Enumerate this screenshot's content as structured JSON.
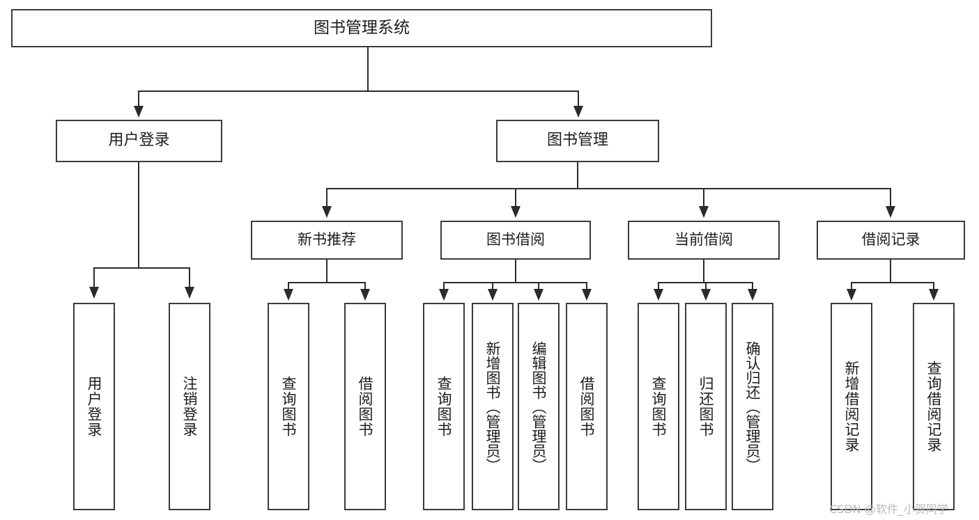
{
  "diagram": {
    "title": "图书管理系统",
    "type": "功能结构图",
    "root": {
      "label": "图书管理系统"
    },
    "level2": [
      {
        "id": "user-login",
        "label": "用户登录"
      },
      {
        "id": "book-manage",
        "label": "图书管理"
      }
    ],
    "level3": [
      {
        "id": "new-book-recommend",
        "label": "新书推荐",
        "parent": "book-manage"
      },
      {
        "id": "book-borrow",
        "label": "图书借阅",
        "parent": "book-manage"
      },
      {
        "id": "current-borrow",
        "label": "当前借阅",
        "parent": "book-manage"
      },
      {
        "id": "borrow-record",
        "label": "借阅记录",
        "parent": "book-manage"
      }
    ],
    "leaves": [
      {
        "id": "leaf-user-login",
        "label": "用户登录",
        "parent": "user-login"
      },
      {
        "id": "leaf-logout-login",
        "label": "注销登录",
        "parent": "user-login"
      },
      {
        "id": "leaf-query-book-1",
        "label": "查询图书",
        "parent": "new-book-recommend"
      },
      {
        "id": "leaf-borrow-book-1",
        "label": "借阅图书",
        "parent": "new-book-recommend"
      },
      {
        "id": "leaf-query-book-2",
        "label": "查询图书",
        "parent": "book-borrow"
      },
      {
        "id": "leaf-add-book",
        "label": "新增图书（管理员）",
        "parent": "book-borrow"
      },
      {
        "id": "leaf-edit-book",
        "label": "编辑图书（管理员）",
        "parent": "book-borrow"
      },
      {
        "id": "leaf-borrow-book-2",
        "label": "借阅图书",
        "parent": "book-borrow"
      },
      {
        "id": "leaf-query-book-3",
        "label": "查询图书",
        "parent": "current-borrow"
      },
      {
        "id": "leaf-return-book",
        "label": "归还图书",
        "parent": "current-borrow"
      },
      {
        "id": "leaf-confirm-return",
        "label": "确认归还（管理员）",
        "parent": "current-borrow"
      },
      {
        "id": "leaf-add-record",
        "label": "新增借阅记录",
        "parent": "borrow-record"
      },
      {
        "id": "leaf-query-record",
        "label": "查询借阅记录",
        "parent": "borrow-record"
      }
    ]
  },
  "watermark": {
    "text": "CSDN @软件_小贺同学"
  },
  "colors": {
    "box_border": "#3a3a3a",
    "connector": "#2b2b2b",
    "background": "#ffffff",
    "text": "#1c1c1c",
    "watermark": "#b9b9b9"
  }
}
